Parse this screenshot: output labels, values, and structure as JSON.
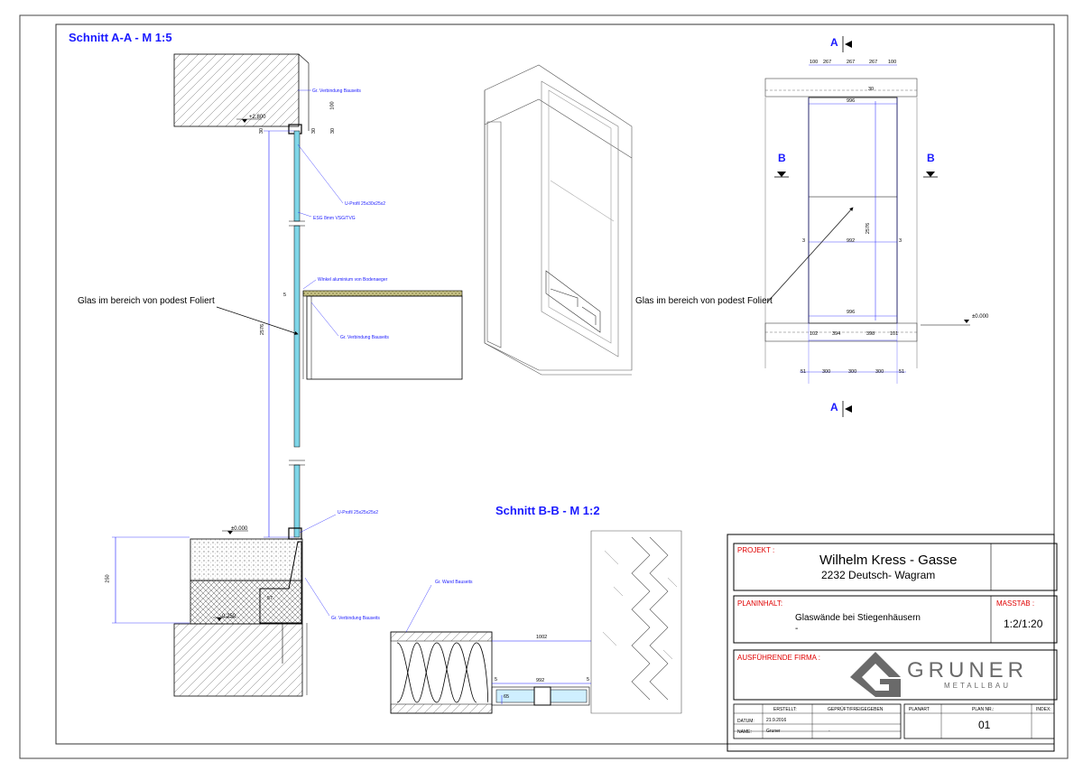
{
  "titles": {
    "section_aa": "Schnitt A-A - M 1:5",
    "section_bb": "Schnitt B-B - M 1:2"
  },
  "notes": {
    "glass_foil_left": "Glas im bereich von podest Foliert",
    "glass_foil_right": "Glas im bereich von podest Foliert"
  },
  "small_labels": {
    "bauseits_top": "Gr. Verbindung Bauseits",
    "profil_top": "U-Profil 25x30x25x2",
    "glass_spec": "ESG 8mm VSG/TVG",
    "aluminium": "Winkel aluminium von Bodenaeger",
    "bauseits_mid": "Gr. Verbindung Bauseits",
    "profil_bottom": "U-Profil 25x25x25x2",
    "bauseits_bottom": "Gr. Verbindung Bauseits",
    "bauseits_bb": "Gr. Wand Bauseits"
  },
  "dimensions": {
    "aa_vertical_total": "2576",
    "aa_top_100": "100",
    "aa_30a": "30",
    "aa_30b": "30",
    "aa_30c": "30",
    "aa_5": "5",
    "aa_250": "250",
    "aa_57": "57",
    "elev_top": "+2.800",
    "elev_mid": "±0.000",
    "elev_bottom": "-0.250",
    "elev_right": "±0.000",
    "bb_1002": "1002",
    "bb_992": "992",
    "bb_5a": "5",
    "bb_5b": "5",
    "bb_65": "65",
    "el_top": [
      "100",
      "267",
      "267",
      "267",
      "100"
    ],
    "el_996_top": "996",
    "el_30": "30",
    "el_992": "992",
    "el_3a": "3",
    "el_3b": "3",
    "el_2576": "2576",
    "el_996_bottom": "996",
    "el_row1": [
      "102",
      "394",
      "398",
      "101"
    ],
    "el_row2": [
      "51",
      "300",
      "300",
      "300",
      "51"
    ]
  },
  "section_markers": {
    "a": "A",
    "b": "B"
  },
  "title_block": {
    "projekt_label": "PROJEKT :",
    "project_name": "Wilhelm Kress - Gasse",
    "project_address": "2232 Deutsch- Wagram",
    "planinhalt_label": "PLANINHALT:",
    "plan_content": "Glaswände bei Stiegenhäusern",
    "plan_content_sub": "-",
    "masstab_label": "MASSTAB :",
    "scale": "1:2/1:20",
    "firma_label": "AUSFÜHRENDE FIRMA :",
    "logo_text": "GRUNER",
    "logo_sub": "METALLBAU",
    "erstellt_label": "ERSTELLT:",
    "geprueft_label": "GEPRÜFT/FREIGEGEBEN",
    "datum_label": "DATUM:",
    "datum_value": "21.9.2016",
    "name_label": "NAME:",
    "name_value": "Gruner",
    "name_value2": "-",
    "planart_label": "PLANART",
    "plan_nr_label": "PLAN NR.:",
    "plan_nr": "01",
    "index_label": "INDEX:"
  },
  "colors": {
    "annotation_blue": "#1a1aff",
    "label_red": "#e00000",
    "glass_cyan": "#7fd6e8",
    "logo_gray": "#6a6a6a"
  }
}
